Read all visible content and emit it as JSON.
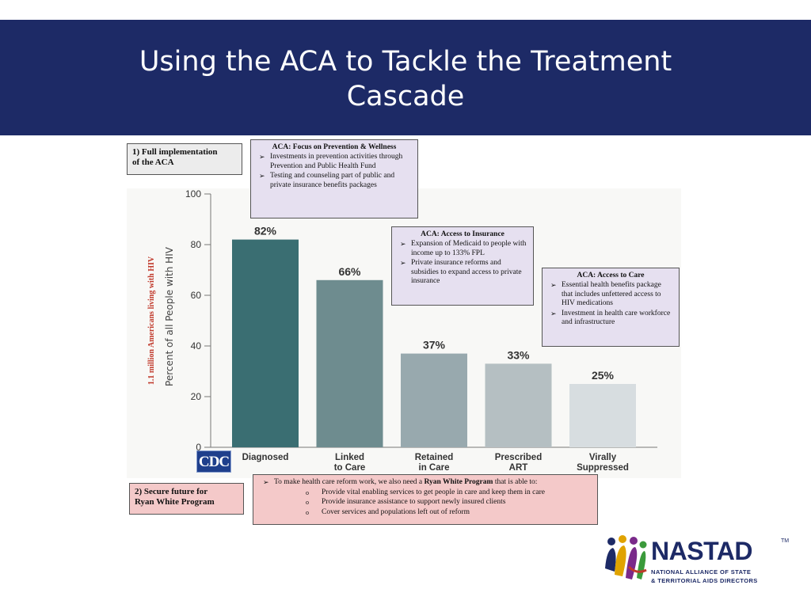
{
  "header": {
    "title": "Using the ACA to Tackle the Treatment Cascade"
  },
  "boxes": {
    "full_impl": {
      "label": "1) Full implementation\nof the ACA"
    },
    "prevention": {
      "title": "ACA: Focus on Prevention & Wellness",
      "items": [
        "Investments in prevention activities through Prevention and Public Health Fund",
        "Testing and counseling part of public and private insurance benefits packages"
      ]
    },
    "insurance": {
      "title": "ACA: Access to Insurance",
      "items": [
        "Expansion of Medicaid to people with income up to 133% FPL",
        "Private insurance reforms and subsidies to expand access to private insurance"
      ]
    },
    "care": {
      "title": "ACA: Access to Care",
      "items": [
        "Essential health benefits package that includes unfettered access to HIV medications",
        "Investment in health care workforce and infrastructure"
      ]
    },
    "ryan_label": {
      "label": "2) Secure future for\nRyan White Program"
    },
    "ryan": {
      "intro_pre": "To make health care reform work, we also need a ",
      "intro_bold": "Ryan White Program",
      "intro_post": " that is able to:",
      "items": [
        "Provide vital enabling services to get people in care and keep them in care",
        "Provide insurance assistance to support newly insured clients",
        "Cover services and populations left out of reform"
      ]
    }
  },
  "cdc_logo": "CDC",
  "chart_data": {
    "type": "bar",
    "categories": [
      "Diagnosed",
      "Linked\nto Care",
      "Retained\nin Care",
      "Prescribed\nART",
      "Virally\nSuppressed"
    ],
    "values": [
      82,
      66,
      37,
      33,
      25
    ],
    "data_labels": [
      "82%",
      "66%",
      "37%",
      "33%",
      "25%"
    ],
    "ylabel": "Percent of all People with HIV",
    "ylabel_secondary": "1.1 million Americans living with HIV",
    "ylim": [
      0,
      100
    ],
    "yticks": [
      0,
      20,
      40,
      60,
      80,
      100
    ],
    "colors": [
      "#3a6e72",
      "#6e8c8f",
      "#98a9ae",
      "#b5bfc2",
      "#d7dde0"
    ],
    "grid": false
  },
  "logo": {
    "word": "NASTAD",
    "tm": "TM",
    "line1": "NATIONAL ALLIANCE OF STATE",
    "line2": "& TERRITORIAL AIDS DIRECTORS"
  },
  "colors": {
    "header_bg": "#1d2a66",
    "box_lavender": "#e6e0f0",
    "box_pink": "#f4c9c9",
    "secondary_label": "#c0392b"
  }
}
